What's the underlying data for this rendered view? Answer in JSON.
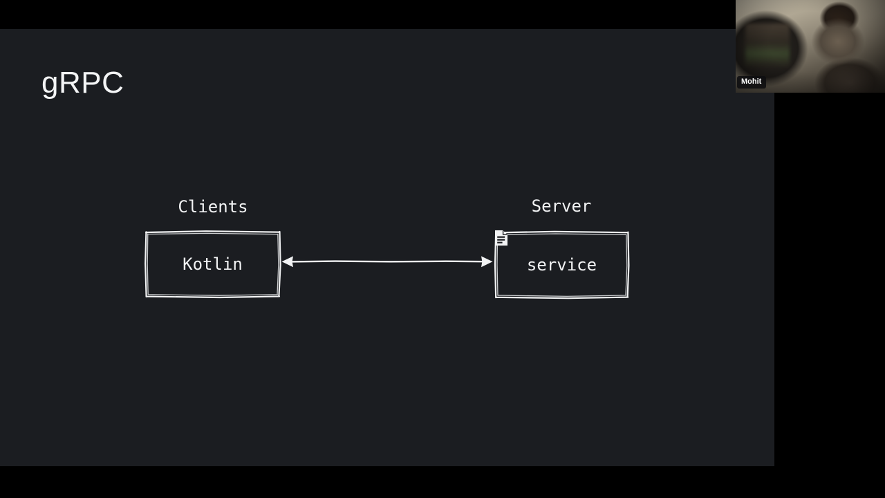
{
  "meeting": {
    "participant": {
      "name": "Mohit",
      "tile_name": "webcam-tile"
    }
  },
  "slide": {
    "title": "gRPC",
    "background_color": "#1b1d21",
    "letterbox_color": "#000000",
    "stroke_color": "#f2f3f4",
    "diagram": {
      "type": "architecture-diagram",
      "nodes": [
        {
          "id": "client",
          "group_label": "Clients",
          "label": "Kotlin",
          "icon": null
        },
        {
          "id": "server",
          "group_label": "Server",
          "label": "service",
          "icon": "document-icon"
        }
      ],
      "connector": {
        "from": "client",
        "to": "server",
        "style": "bidirectional-arrow",
        "arrowheads": "both"
      }
    }
  }
}
